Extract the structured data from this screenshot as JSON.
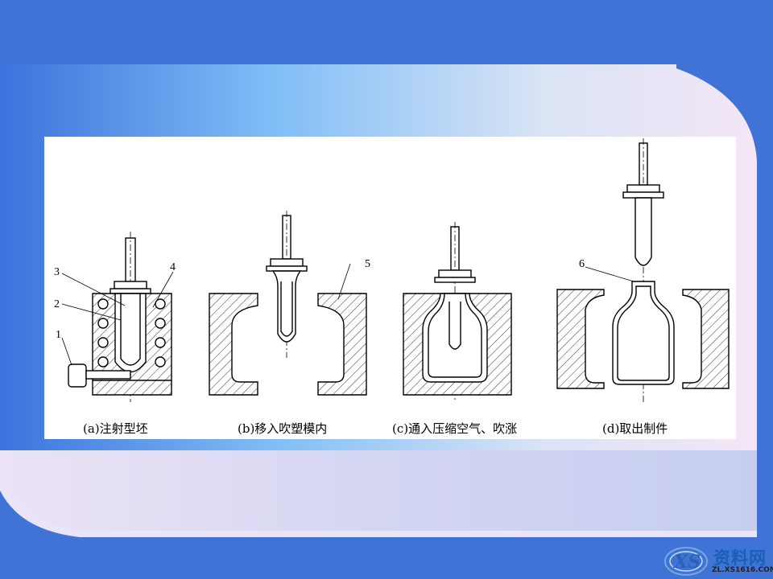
{
  "captions": {
    "a": "(a)注射型坯",
    "b": "(b)移入吹塑模内",
    "c": "(c)通入压缩空气、吹涨",
    "d": "(d)取出制件"
  },
  "labels": {
    "n1": "1",
    "n2": "2",
    "n3": "3",
    "n4": "4",
    "n5": "5",
    "n6": "6"
  },
  "watermark": {
    "brand_cn": "资料网",
    "brand_url": "ZL.XS1616.COM",
    "logo_letters": "XS"
  },
  "colors": {
    "frame_blue": "#3f74d6",
    "light_blue": "#8fc2f4",
    "pink": "#f3e7f6",
    "diagram_bg": "#ffffff"
  }
}
